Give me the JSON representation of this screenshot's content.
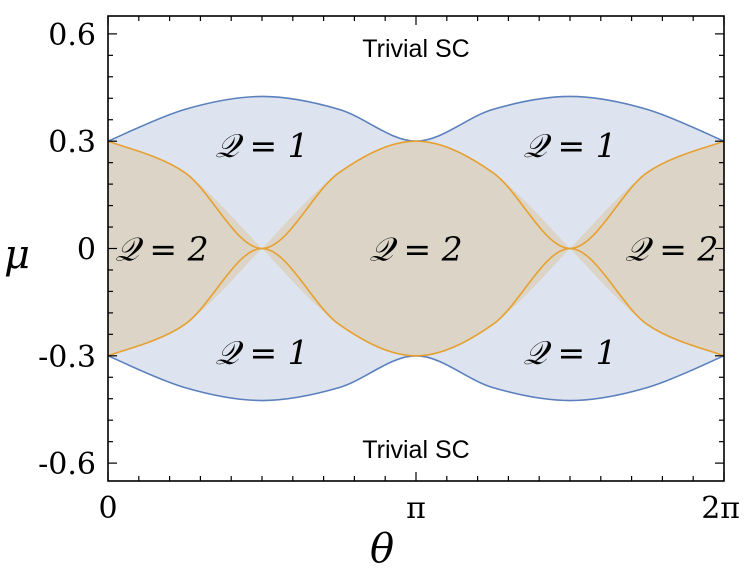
{
  "chart_data": {
    "type": "area",
    "title": "",
    "xlabel": "θ",
    "ylabel": "μ",
    "xlim": [
      0,
      6.2832
    ],
    "ylim": [
      -0.65,
      0.65
    ],
    "x_ticks": [
      {
        "value": 0,
        "label": "0"
      },
      {
        "value": 3.1416,
        "label": "π"
      },
      {
        "value": 6.2832,
        "label": "2π"
      }
    ],
    "y_ticks": [
      {
        "value": 0.6,
        "label": "0.6"
      },
      {
        "value": 0.3,
        "label": "0.3"
      },
      {
        "value": 0,
        "label": "0"
      },
      {
        "value": -0.3,
        "label": "-0.3"
      },
      {
        "value": -0.6,
        "label": "-0.6"
      }
    ],
    "grid": false,
    "series": [
      {
        "role": "outer-boundary",
        "x": [
          0,
          0.7854,
          1.5708,
          2.3562,
          3.1416,
          3.927,
          4.7124,
          5.4978,
          6.2832
        ],
        "upper": [
          0.3,
          0.389,
          0.425,
          0.389,
          0.3,
          0.389,
          0.425,
          0.389,
          0.3
        ],
        "lower": [
          -0.3,
          -0.389,
          -0.425,
          -0.389,
          -0.3,
          -0.389,
          -0.425,
          -0.389,
          -0.3
        ],
        "color": "#5b80bd",
        "fill": "#dde4ef"
      },
      {
        "role": "inner-boundary",
        "x": [
          0,
          0.7854,
          1.5708,
          2.3562,
          3.1416,
          3.927,
          4.7124,
          5.4978,
          6.2832
        ],
        "upper": [
          0.3,
          0.212,
          0,
          0.212,
          0.3,
          0.212,
          0,
          0.212,
          0.3
        ],
        "lower": [
          -0.3,
          -0.212,
          0,
          -0.212,
          -0.3,
          -0.212,
          0,
          -0.212,
          -0.3
        ],
        "color": "#e6a030",
        "fill": "#dcd5c7"
      }
    ],
    "annotations": [
      {
        "text": "Trivial SC",
        "x": 3.1416,
        "y": 0.56,
        "kind": "region"
      },
      {
        "text": "Trivial SC",
        "x": 3.1416,
        "y": -0.56,
        "kind": "region"
      },
      {
        "text": "𝒬 = 1",
        "x": 1.5708,
        "y": 0.29,
        "kind": "q"
      },
      {
        "text": "𝒬 = 1",
        "x": 4.7124,
        "y": 0.29,
        "kind": "q"
      },
      {
        "text": "𝒬 = 2",
        "x": 0.55,
        "y": 0,
        "kind": "q"
      },
      {
        "text": "𝒬 = 2",
        "x": 3.1416,
        "y": 0,
        "kind": "q"
      },
      {
        "text": "𝒬 = 2",
        "x": 5.75,
        "y": 0,
        "kind": "q"
      },
      {
        "text": "𝒬 = 1",
        "x": 1.5708,
        "y": -0.29,
        "kind": "q"
      },
      {
        "text": "𝒬 = 1",
        "x": 4.7124,
        "y": -0.29,
        "kind": "q"
      }
    ],
    "colors": {
      "outer_line": "#5b80bd",
      "outer_fill": "#dde4ef",
      "inner_line": "#e6a030",
      "inner_fill": "#dcd5c7",
      "frame": "#000000"
    }
  }
}
